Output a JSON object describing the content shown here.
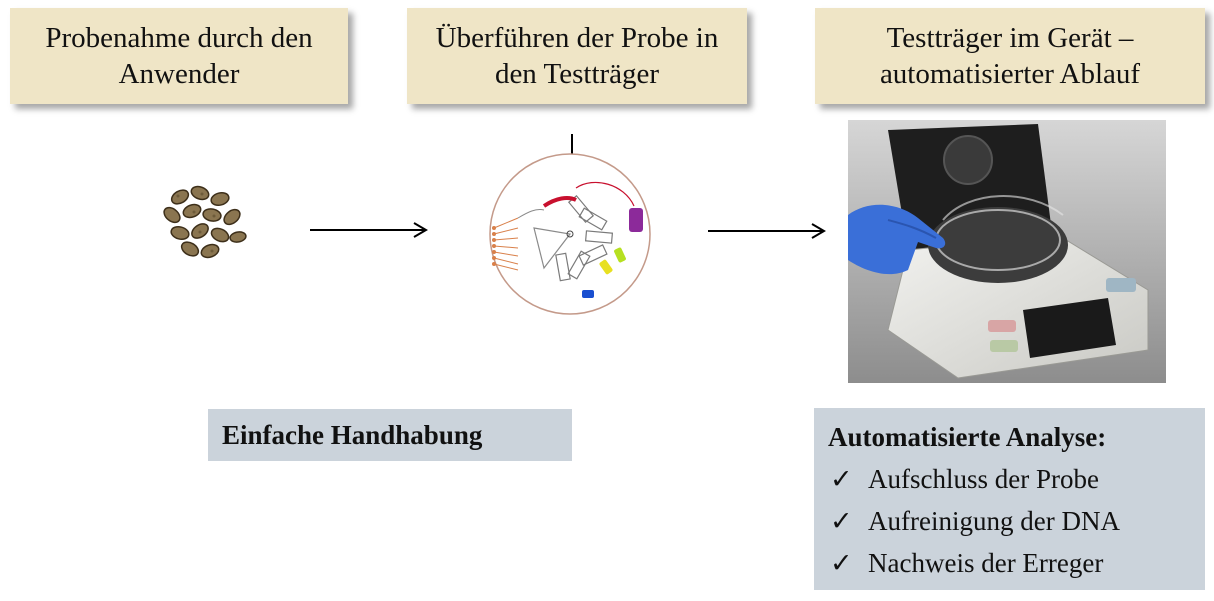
{
  "steps": [
    {
      "label": "Probenahme durch den\nAnwender"
    },
    {
      "label": "Überführen der Probe in\nden Testträger"
    },
    {
      "label": "Testträger im Gerät –\nautomatisierter Ablauf"
    }
  ],
  "summary_left": {
    "title": "Einfache Handhabung"
  },
  "summary_right": {
    "title": "Automatisierte Analyse:",
    "items": [
      "Aufschluss der Probe",
      "Aufreinigung der DNA",
      "Nachweis der Erreger"
    ],
    "check_glyph": "✓"
  },
  "icons": [
    "seeds-image",
    "test-disc-icon",
    "analyzer-device-image",
    "arrow-right-icon",
    "arrow-down-icon"
  ],
  "colors": {
    "step_box": "#efe5c6",
    "summary_box": "#cbd3db",
    "glove": "#3a6fd8"
  }
}
